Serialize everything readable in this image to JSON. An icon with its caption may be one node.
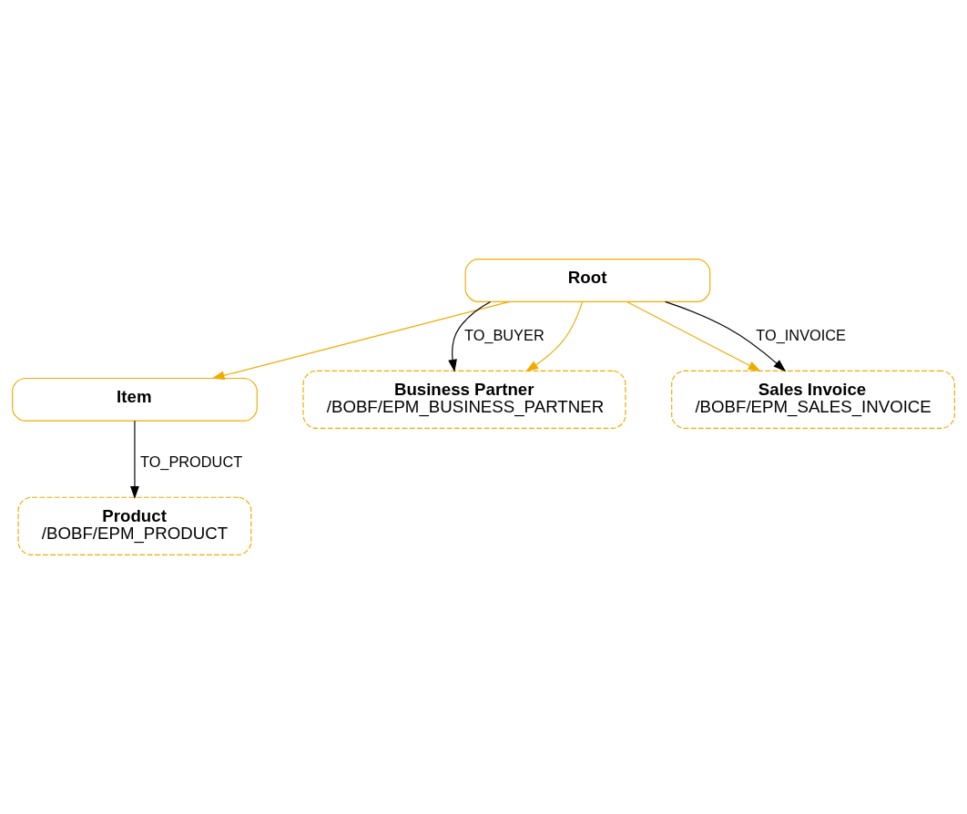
{
  "diagram": {
    "nodes": [
      {
        "text": [
          "Root"
        ]
      },
      {
        "text": [
          "Item"
        ]
      },
      {
        "text": [
          "Product",
          "/BOBF/EPM_PRODUCT"
        ]
      },
      {
        "text": [
          "Business Partner",
          "/BOBF/EPM_BUSINESS_PARTNER"
        ]
      },
      {
        "text": [
          "Sales Invoice",
          "/BOBF/EPM_SALES_INVOICE"
        ]
      }
    ],
    "edges": [
      {
        "from": 0,
        "to": 1,
        "arrow": "to"
      },
      {
        "from": 1,
        "to": 2,
        "arrow": "to",
        "label": "TO_PRODUCT",
        "color": "#000000"
      },
      {
        "from": 0,
        "to": 3,
        "arrow": "to",
        "label": "TO_BUYER",
        "color": "#000000"
      },
      {
        "from": 0,
        "to": 3,
        "arrow": "to"
      },
      {
        "from": 0,
        "to": 4,
        "arrow": "to"
      },
      {
        "from": 0,
        "to": 4,
        "arrow": "to",
        "label": "TO_INVOICE",
        "color": "#000000"
      }
    ]
  }
}
